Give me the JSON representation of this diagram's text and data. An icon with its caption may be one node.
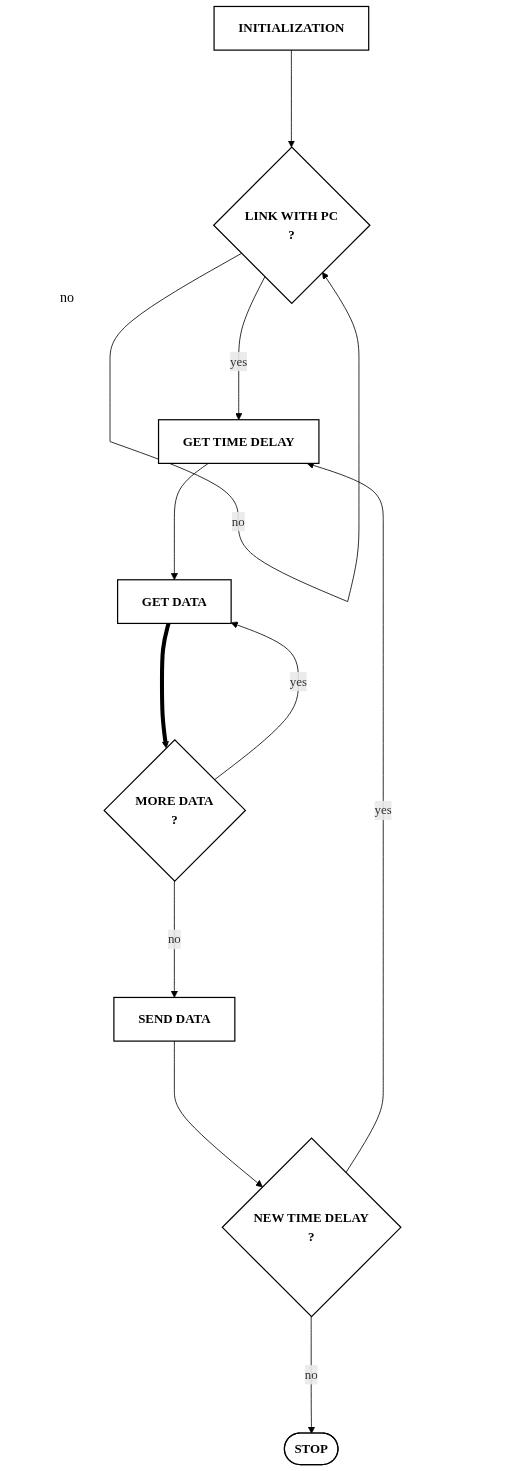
{
  "diagram": {
    "nodes": [
      {
        "text": [
          "INITIALIZATION"
        ]
      },
      {
        "text": [
          "LINK WITH PC",
          "?"
        ]
      },
      {
        "text": [
          "GET TIME DELAY"
        ]
      },
      {
        "text": [
          "GET DATA"
        ]
      },
      {
        "text": [
          "MORE DATA",
          "?"
        ]
      },
      {
        "text": [
          "SEND DATA"
        ]
      },
      {
        "text": [
          "NEW TIME DELAY",
          "?"
        ]
      },
      {
        "text": [
          "STOP"
        ]
      }
    ],
    "edges": [
      {
        "from": 0,
        "to": 1,
        "arrow": "to"
      },
      {
        "from": 1,
        "to": 1,
        "arrow": "to",
        "label": "no"
      },
      {
        "from": 1,
        "to": 2,
        "arrow": "to",
        "label": "yes"
      },
      {
        "from": 2,
        "to": 3,
        "arrow": "to"
      },
      {
        "from": 3,
        "to": 4,
        "arrow": "to",
        "style": "thick"
      },
      {
        "from": 4,
        "to": 3,
        "arrow": "to",
        "label": "yes"
      },
      {
        "from": 4,
        "to": 5,
        "arrow": "to",
        "label": "no"
      },
      {
        "from": 5,
        "to": 6,
        "arrow": "to"
      },
      {
        "from": 6,
        "to": 2,
        "arrow": "to",
        "label": "yes"
      },
      {
        "from": 6,
        "to": 7,
        "arrow": "to",
        "label": "no"
      }
    ],
    "labels": [
      "no"
    ]
  }
}
